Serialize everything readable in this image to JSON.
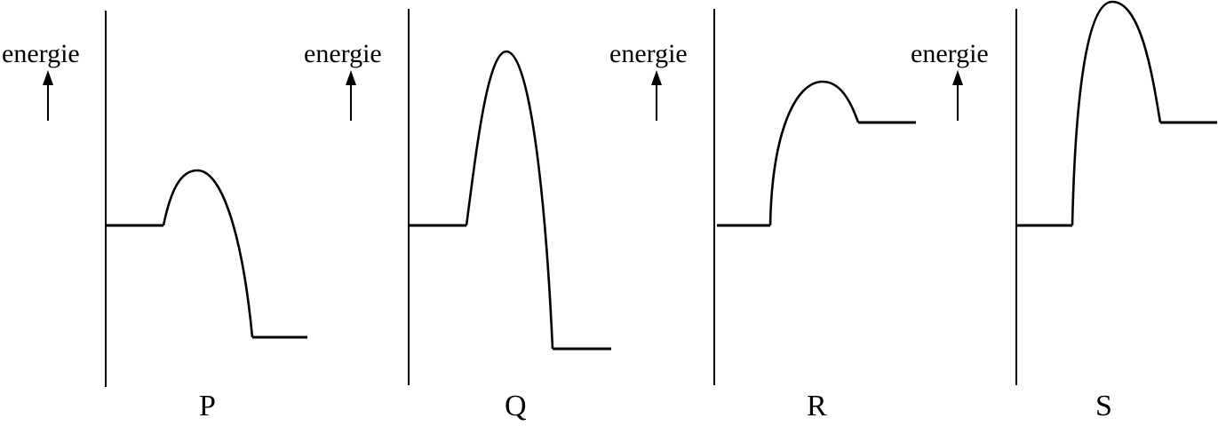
{
  "axis_label": "energie",
  "panels": [
    {
      "id": "P",
      "label": "P"
    },
    {
      "id": "Q",
      "label": "Q"
    },
    {
      "id": "R",
      "label": "R"
    },
    {
      "id": "S",
      "label": "S"
    }
  ]
}
